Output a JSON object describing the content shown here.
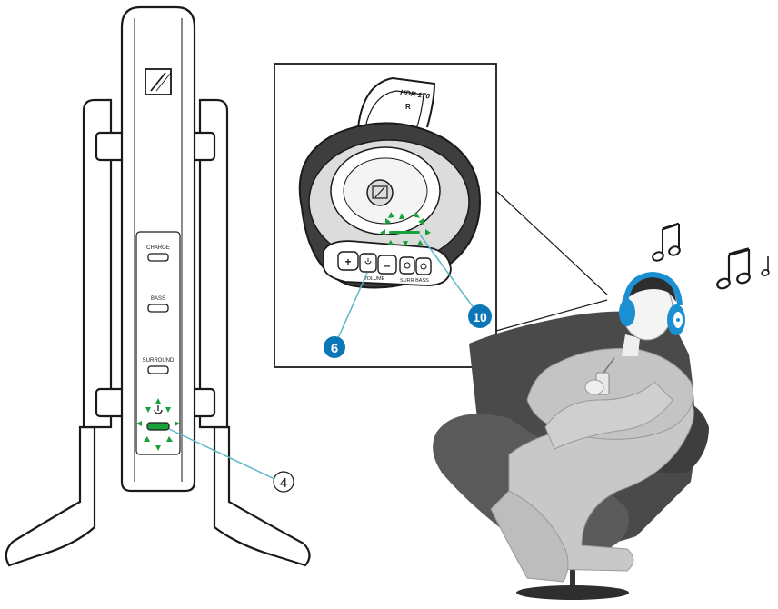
{
  "base_station": {
    "buttons": {
      "charge": "CHARGE",
      "bass": "BASS",
      "surround": "SURROUND"
    },
    "callout": "4"
  },
  "headphone_detail": {
    "model": "HDR 170",
    "side": "R",
    "controls": {
      "plus": "+",
      "minus": "–",
      "volume": "VOLUME",
      "surr_bass": "SURR BASS"
    },
    "callout_left": "6",
    "callout_right": "10"
  },
  "colors": {
    "led_green": "#19a13a",
    "callout_blue": "#0b77b6",
    "chair_dark": "#4a4a4a",
    "person_gray": "#bdbdbd",
    "headphone_blue": "#1b8fd1"
  },
  "icons": {
    "power": "power-icon",
    "brand": "sennheiser-logo",
    "notes": "music-notes"
  }
}
